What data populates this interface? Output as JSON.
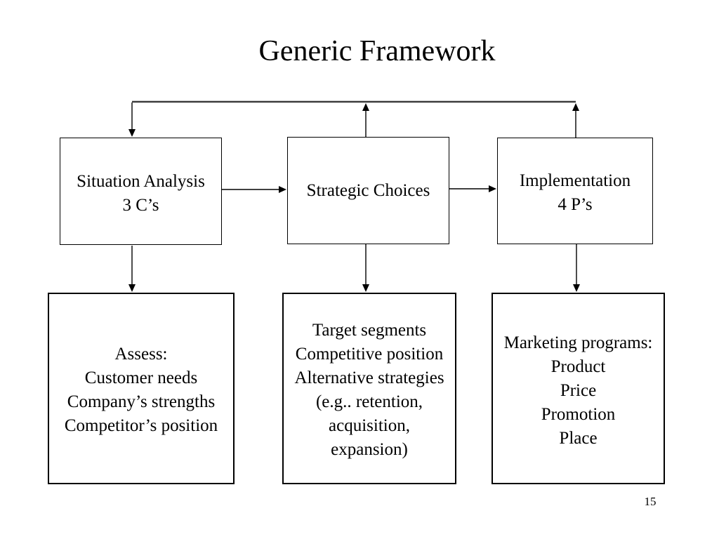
{
  "slide": {
    "title": "Generic Framework",
    "page_number": "15"
  },
  "flow_boxes": [
    {
      "name": "situation-analysis",
      "label_lines": [
        "Situation Analysis",
        "3 C’s"
      ]
    },
    {
      "name": "strategic-choices",
      "label_lines": [
        "Strategic Choices"
      ]
    },
    {
      "name": "implementation",
      "label_lines": [
        "Implementation",
        "4 P’s"
      ]
    }
  ],
  "detail_boxes": [
    {
      "name": "assess",
      "label_lines": [
        "Assess:",
        "Customer needs",
        "Company’s strengths",
        "Competitor’s position"
      ]
    },
    {
      "name": "strategic-details",
      "label_lines": [
        "Target segments",
        "Competitive position",
        "Alternative strategies",
        "(e.g.. retention,",
        "acquisition,",
        "expansion)"
      ]
    },
    {
      "name": "marketing-programs",
      "label_lines": [
        "Marketing programs:",
        "Product",
        "Price",
        "Promotion",
        "Place"
      ]
    }
  ],
  "colors": {
    "background": "#ffffff",
    "text": "#000000",
    "box_border": "#000000",
    "connector": "#000000",
    "feedback_line": "#3d3d3d"
  }
}
